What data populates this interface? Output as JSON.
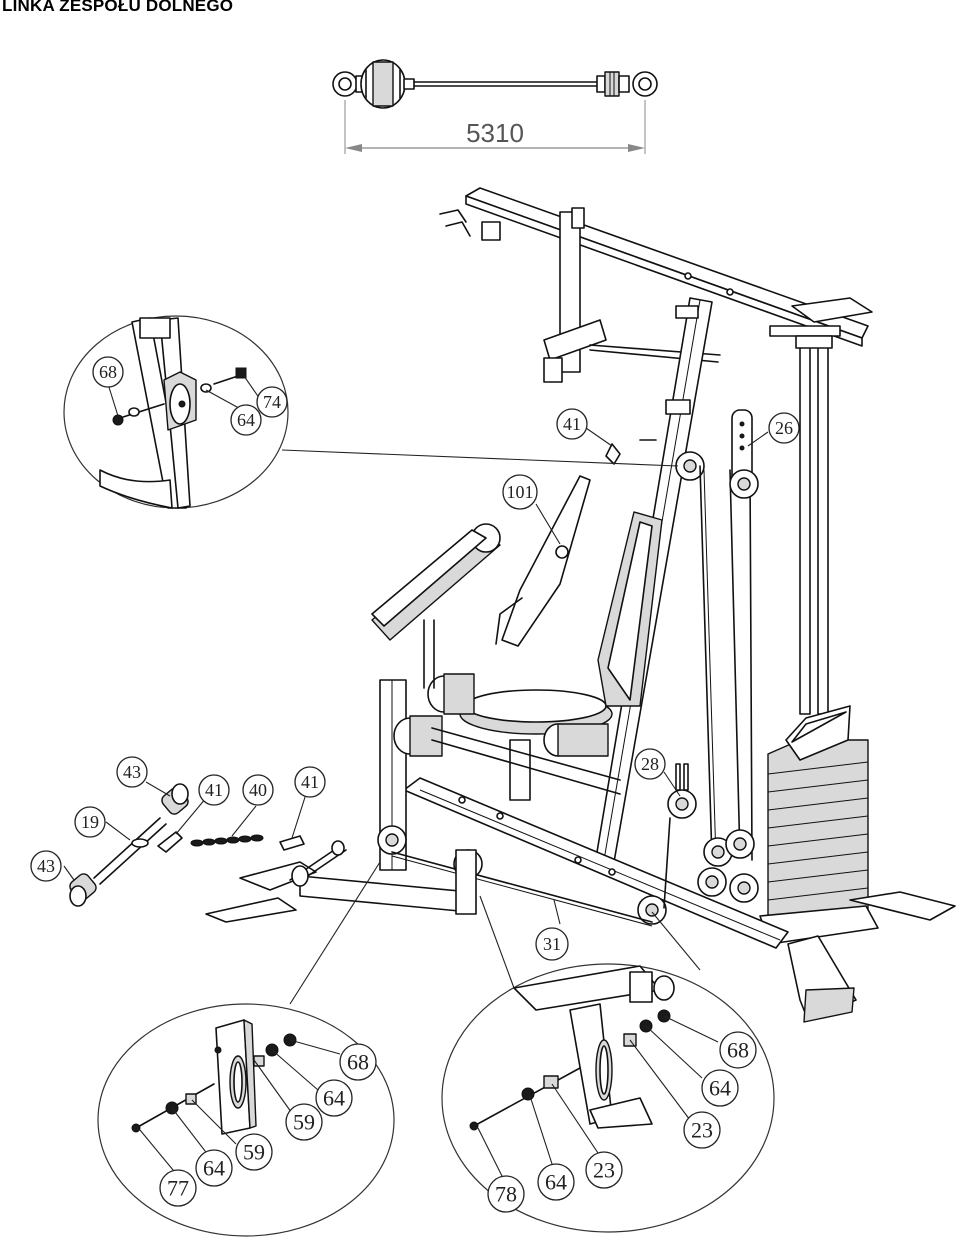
{
  "title": "LINKA ZESPOŁU DOLNEGO",
  "dimension": {
    "label": "5310"
  },
  "callouts": {
    "c68a": "68",
    "c64a": "64",
    "c74": "74",
    "c41a": "41",
    "c26": "26",
    "c101": "101",
    "c43a": "43",
    "c41b": "41",
    "c40": "40",
    "c41c": "41",
    "c19": "19",
    "c43b": "43",
    "c28": "28",
    "c31": "31",
    "c68b": "68",
    "c64b": "64",
    "c59a": "59",
    "c59b": "59",
    "c64c": "64",
    "c77": "77",
    "c68c": "68",
    "c64d": "64",
    "c23a": "23",
    "c23b": "23",
    "c64e": "64",
    "c78": "78"
  }
}
